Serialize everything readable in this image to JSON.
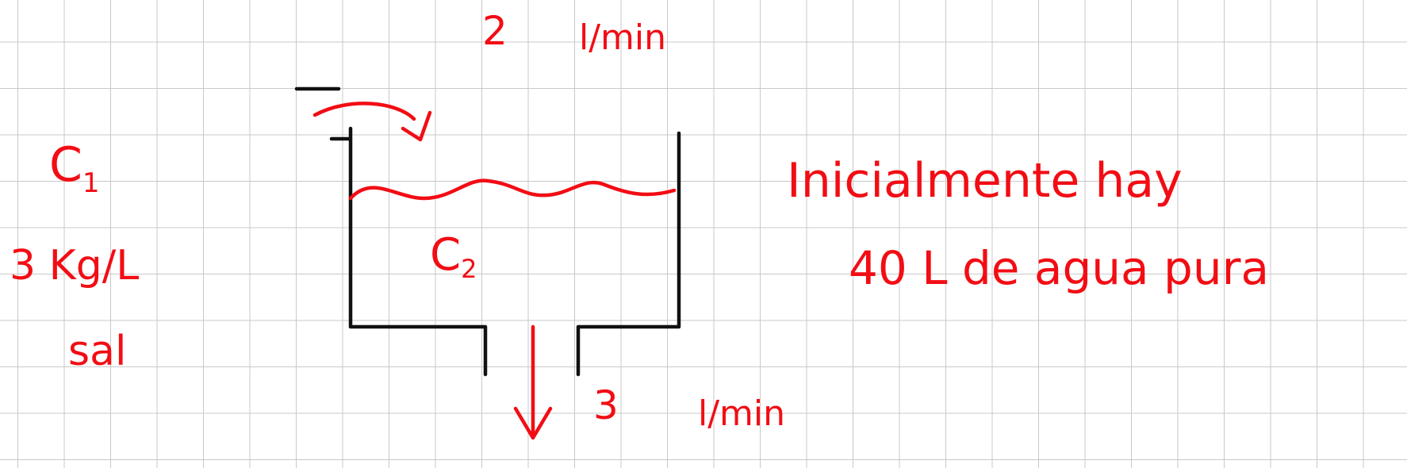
{
  "diagram": {
    "inflow": {
      "rate": "2",
      "unit": "l/min"
    },
    "outflow": {
      "rate": "3",
      "unit": "l/min"
    },
    "inlet_concentration": {
      "symbol": "C",
      "subscript": "1",
      "value": "3 Kg/L",
      "substance": "sal"
    },
    "tank_concentration": {
      "symbol": "C",
      "subscript": "2"
    },
    "note": {
      "line1": "Inicialmente hay",
      "line2": "40 L  de agua pura"
    }
  },
  "colors": {
    "ink": "#f20d14",
    "tank": "#111111",
    "grid": "#c9c9c9",
    "paper": "#ffffff"
  }
}
